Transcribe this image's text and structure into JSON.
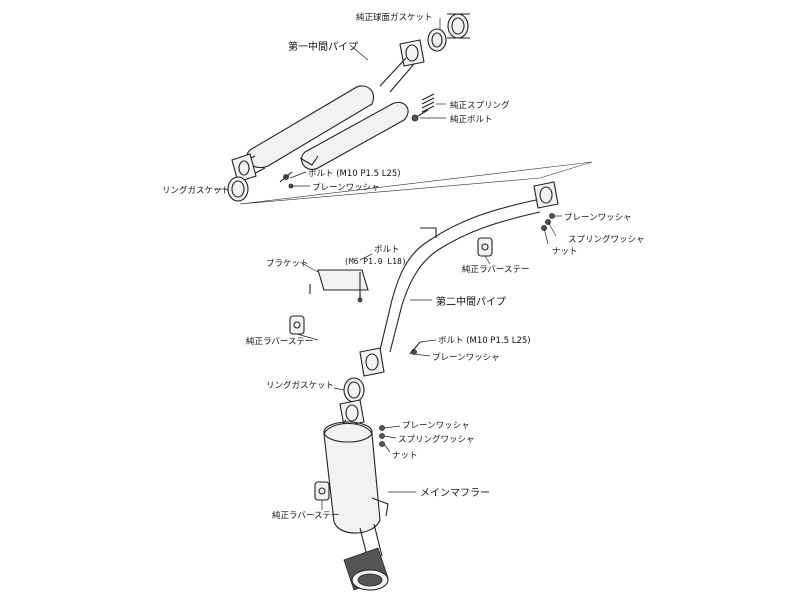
{
  "labels": {
    "oem_spherical_gasket": "純正球面ガスケット",
    "first_mid_pipe": "第一中間パイプ",
    "oem_spring": "純正スプリング",
    "oem_bolt": "純正ボルト",
    "bolt_m10_top": "ボルト (M10 P1.5 L25)",
    "plain_washer_top": "プレーンワッシャ",
    "ring_gasket_top": "リングガスケット",
    "plain_washer_right": "プレーンワッシャ",
    "spring_washer_right": "スプリングワッシャ",
    "nut_right": "ナット",
    "oem_rubber_stay_top": "純正ラバーステー",
    "bolt_m6": "ボルト",
    "bolt_m6_spec": "(M6 P1.0 L18)",
    "bracket": "ブラケット",
    "second_mid_pipe": "第二中間パイプ",
    "oem_rubber_stay_mid": "純正ラバーステー",
    "bolt_m10_mid": "ボルト (M10 P1.5 L25)",
    "plain_washer_mid": "プレーンワッシャ",
    "ring_gasket_mid": "リングガスケット",
    "plain_washer_low": "プレーンワッシャ",
    "spring_washer_low": "スプリングワッシャ",
    "nut_low": "ナット",
    "main_muffler": "メインマフラー",
    "oem_rubber_stay_low": "純正ラバーステー"
  }
}
